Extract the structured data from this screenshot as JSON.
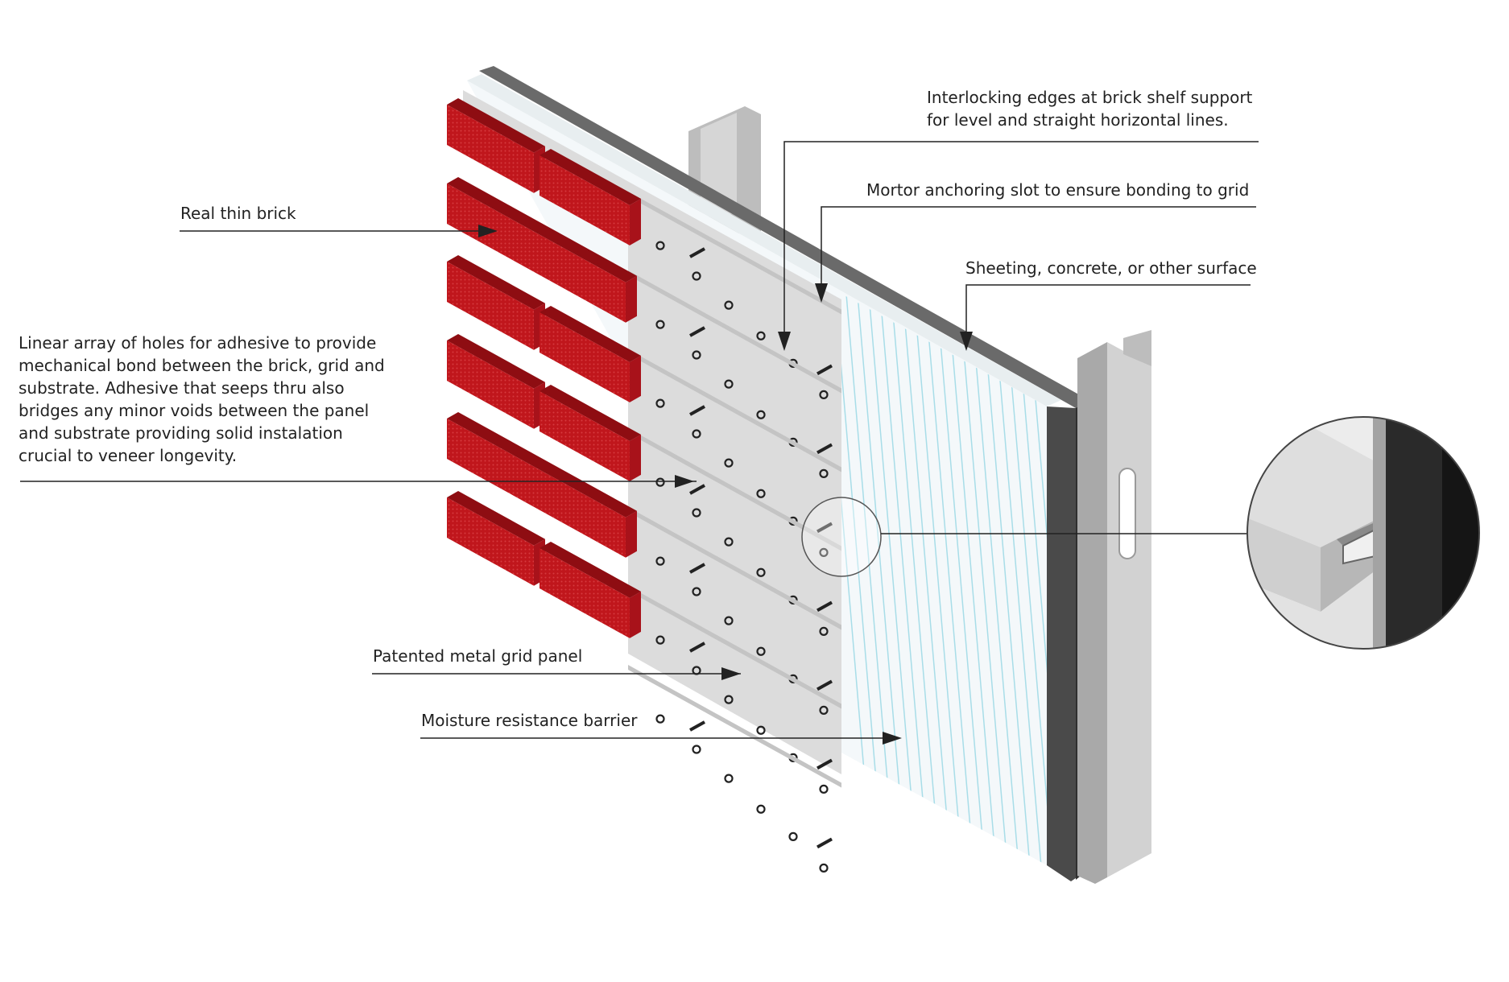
{
  "labels": {
    "interlocking_line1": "Interlocking edges at brick shelf support",
    "interlocking_line2": "for level and straight horizontal lines.",
    "mortor": "Mortor anchoring slot to ensure bonding to grid",
    "sheeting": "Sheeting, concrete, or other surface",
    "real_brick": "Real thin brick",
    "holes_line1": "Linear array of holes for adhesive to provide",
    "holes_line2": "mechanical bond between the brick, grid and",
    "holes_line3": "substrate. Adhesive that seeps thru also",
    "holes_line4": "bridges any minor voids between the panel",
    "holes_line5": "and substrate providing solid instalation",
    "holes_line6": "crucial to veneer longevity.",
    "grid_panel": "Patented metal grid panel",
    "moisture": "Moisture resistance barrier"
  },
  "colors": {
    "brick_face": "#c0161c",
    "brick_top": "#8e0d12",
    "brick_side": "#a8121a",
    "panel": "#dcdcdc",
    "panel_edge": "#c6c6c6",
    "barrier_stripe": "#a8dde8",
    "substrate_front": "#505050",
    "substrate_top": "#6e6e6e",
    "stud": "#c9c9c9",
    "leader": "#222222"
  }
}
